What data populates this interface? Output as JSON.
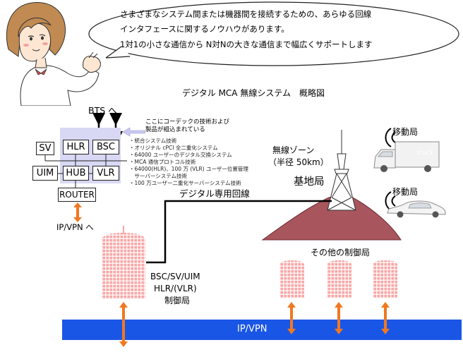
{
  "speech_bubble": {
    "lines": [
      "さまざまなシステム間または機器間を接続するための、あらゆる回線",
      "インタフェースに関するノウハウがあります。",
      "1対1の小さな通信から N対Nの大きな通信まで幅広くサポートします"
    ]
  },
  "title": "デジタル MCA 無線システム　概略図",
  "bts_label": "BTS へ",
  "codec_note": [
    "ここにコーデックの技術および",
    "製品が組込まれている"
  ],
  "boxes": {
    "sv": "SV",
    "hlr": "HLR",
    "bsc": "BSC",
    "uim": "UIM",
    "hub": "HUB",
    "vlr": "VLR",
    "router": "ROUTER"
  },
  "ipvpn_upper": "IP/VPN へ",
  "tech_list": [
    "・統合システム技術",
    "・オリジナル cPCI 全二重化システム",
    "・64000 ユーザーのデジタル交換システム",
    "・MCA 通信プロトコル技術",
    "・64000(HLR)、100 万 (VLR) ユーザー位置管理",
    "　サーバーシステム技術",
    "・100 万ユーザー二重化サーバーシステム技術"
  ],
  "wireless_zone": [
    "無線ゾーン",
    "（半径 50km）"
  ],
  "base_station": "基地局",
  "mobile_station": "移動局",
  "truck_text": "truck",
  "digital_line": "デジタル専用回線",
  "other_control": "その他の制御局",
  "main_control": [
    "BSC/SV/UIM",
    "HLR/(VLR)",
    "制御局"
  ],
  "ipvpn_bar": "IP/VPN",
  "colors": {
    "box_bg": "#d8d8f4",
    "building": "#f8a7a7",
    "arrow": "#f07820",
    "bar": "#1a56e6",
    "mountain": "#a8555d"
  }
}
